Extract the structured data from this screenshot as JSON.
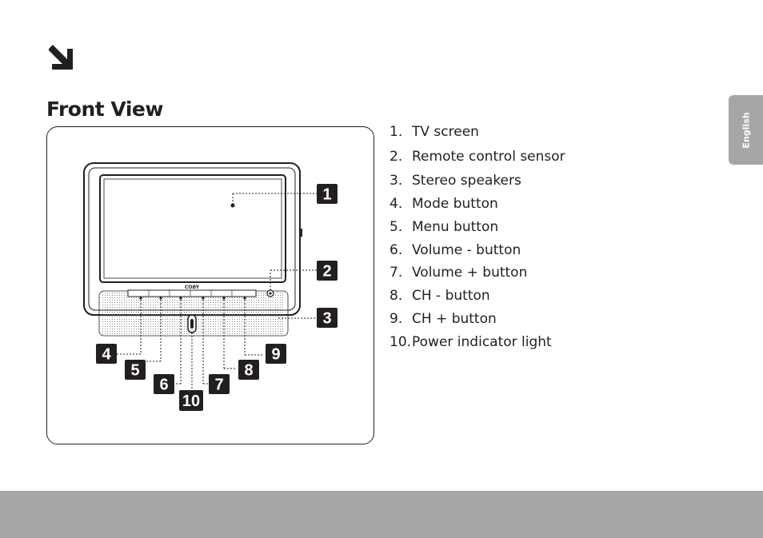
{
  "section_title": "Front View",
  "language_tab": "English",
  "brand_label": "COBY",
  "callouts": [
    "1",
    "2",
    "3",
    "4",
    "5",
    "6",
    "7",
    "8",
    "9",
    "10"
  ],
  "parts": [
    {
      "num": "1.",
      "label": "TV screen"
    },
    {
      "num": "2.",
      "label": "Remote control sensor"
    },
    {
      "num": "3.",
      "label": "Stereo speakers"
    },
    {
      "num": "4.",
      "label": "Mode button"
    },
    {
      "num": "5.",
      "label": "Menu button"
    },
    {
      "num": "6.",
      "label": "Volume - button"
    },
    {
      "num": "7.",
      "label": "Volume + button"
    },
    {
      "num": "8.",
      "label": "CH - button"
    },
    {
      "num": "9.",
      "label": "CH + button"
    },
    {
      "num": "10.",
      "label": "Power indicator light"
    }
  ],
  "colors": {
    "text": "#231f20",
    "gray_band": "#a7a5a6",
    "callout_bg": "#231f20"
  },
  "icons": [
    "arrow-down-right-icon"
  ]
}
